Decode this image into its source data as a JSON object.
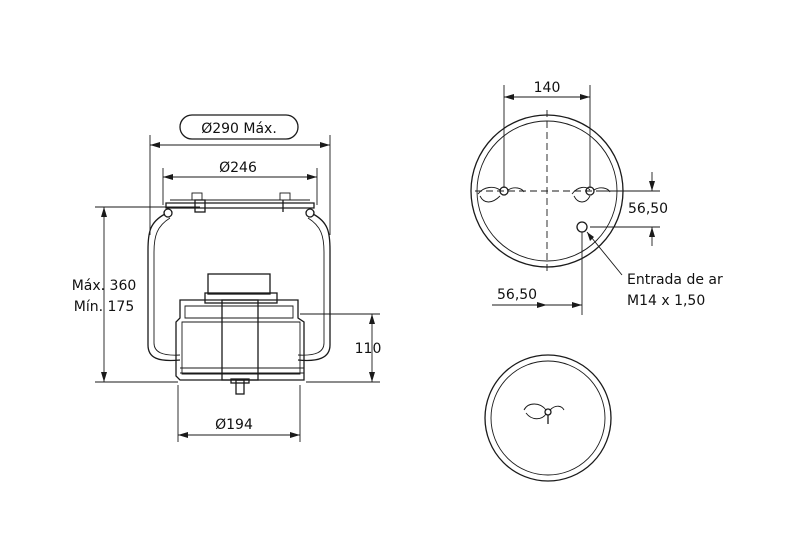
{
  "labels": {
    "outer_diameter_max": "Ø290 Máx.",
    "top_plate_diameter": "Ø246",
    "height_max": "Máx. 360",
    "height_min": "Mín. 175",
    "piston_height": "110",
    "piston_diameter": "Ø194",
    "hole_spacing": "140",
    "air_inlet_offset_vertical": "56,50",
    "air_inlet_offset_horizontal": "56,50",
    "air_inlet_label_line1": "Entrada de ar",
    "air_inlet_label_line2": "M14 x 1,50"
  },
  "colors": {
    "line": "#1a1a1a",
    "background": "#ffffff"
  }
}
